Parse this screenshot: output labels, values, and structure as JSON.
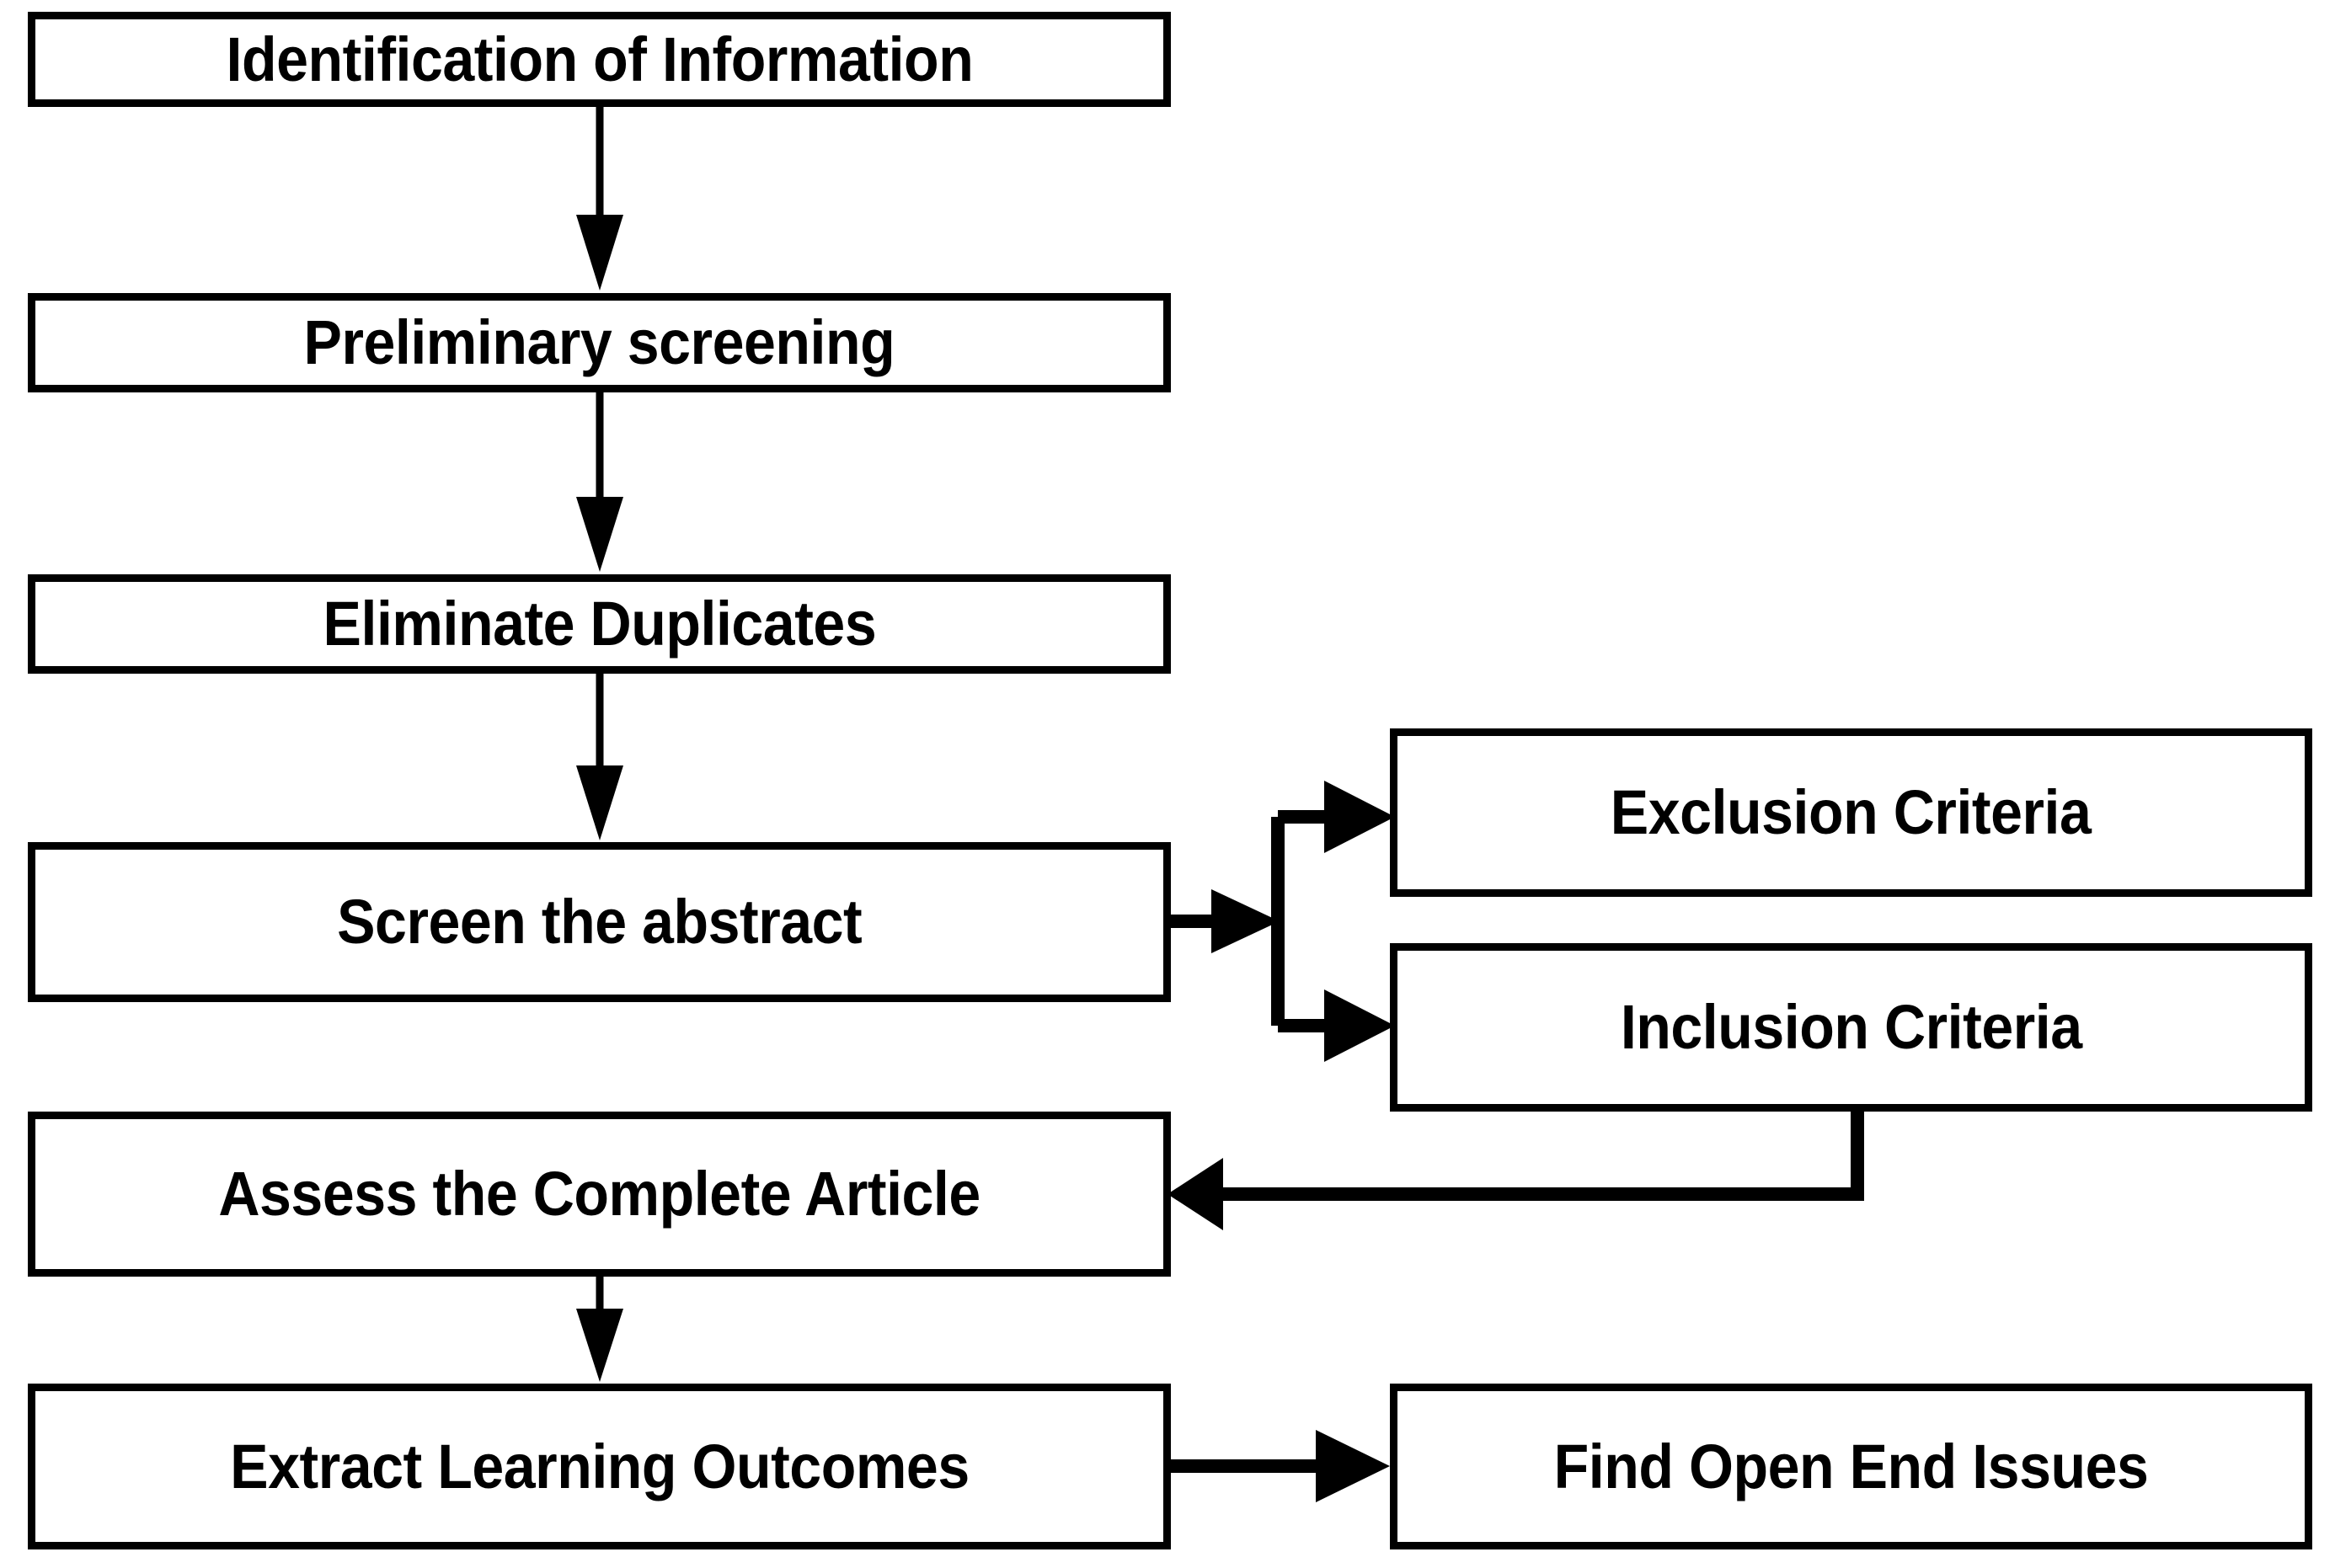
{
  "diagram": {
    "title": "Literature review selection process flowchart",
    "background_color": "#ffffff",
    "line_color": "#000000",
    "box_fill": "#ffffff",
    "nodes": [
      {
        "id": "identification",
        "label": "Identification of Information"
      },
      {
        "id": "preliminary",
        "label": "Preliminary screening"
      },
      {
        "id": "duplicates",
        "label": "Eliminate Duplicates"
      },
      {
        "id": "screen_abstract",
        "label": "Screen the abstract"
      },
      {
        "id": "assess_article",
        "label": "Assess the Complete Article"
      },
      {
        "id": "extract_outcomes",
        "label": "Extract Learning Outcomes"
      },
      {
        "id": "exclusion",
        "label": "Exclusion Criteria"
      },
      {
        "id": "inclusion",
        "label": "Inclusion Criteria"
      },
      {
        "id": "open_end",
        "label": "Find Open End Issues"
      }
    ],
    "edges": [
      {
        "from": "identification",
        "to": "preliminary",
        "style": "straight-down"
      },
      {
        "from": "preliminary",
        "to": "duplicates",
        "style": "straight-down"
      },
      {
        "from": "duplicates",
        "to": "screen_abstract",
        "style": "straight-down"
      },
      {
        "from": "screen_abstract",
        "to": "exclusion",
        "style": "split-right-up"
      },
      {
        "from": "screen_abstract",
        "to": "inclusion",
        "style": "split-right-down"
      },
      {
        "from": "inclusion",
        "to": "assess_article",
        "style": "down-then-left"
      },
      {
        "from": "assess_article",
        "to": "extract_outcomes",
        "style": "straight-down"
      },
      {
        "from": "extract_outcomes",
        "to": "open_end",
        "style": "straight-right"
      }
    ]
  }
}
